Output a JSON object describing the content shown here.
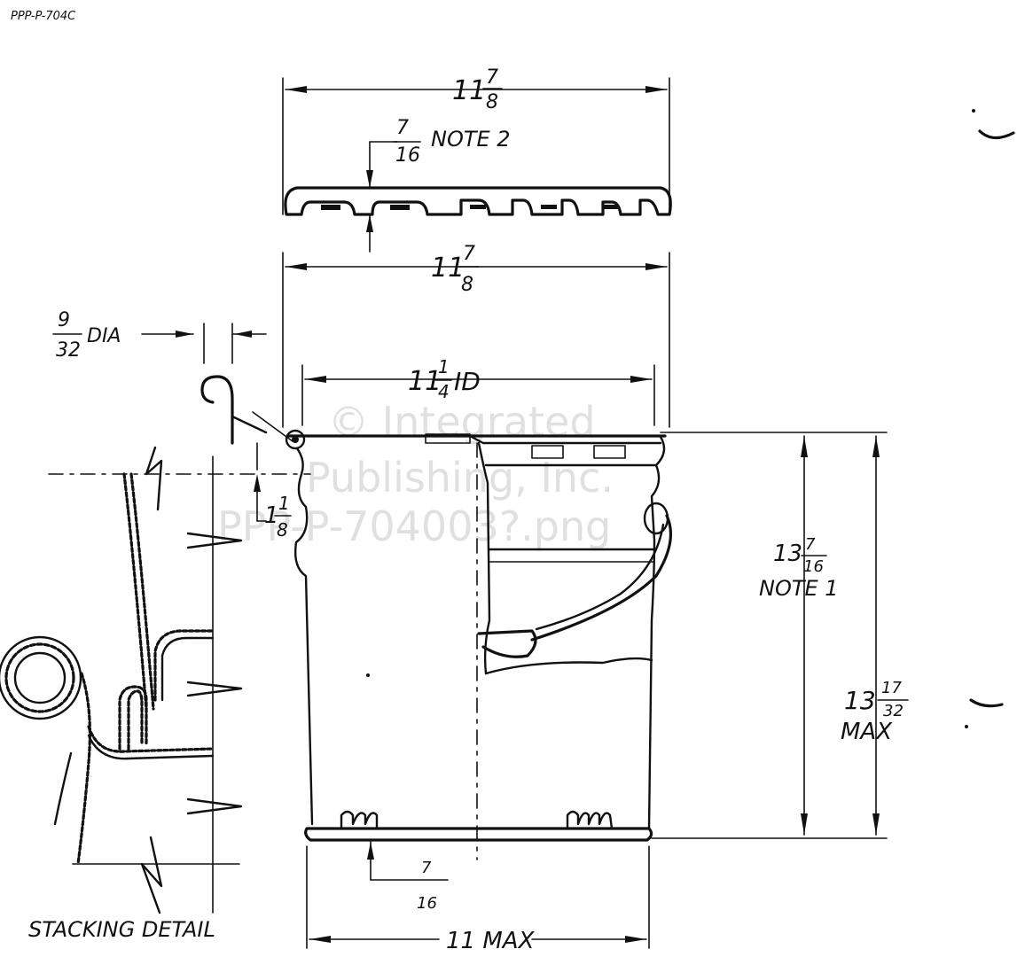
{
  "doc_id": "PPP-P-704C",
  "watermark": {
    "line1": "© Integrated",
    "line2": "Publishing, Inc.",
    "line3": "PPP-P-704003?.png"
  },
  "dimensions": {
    "lid_width": {
      "whole": "11",
      "num": "7",
      "den": "8"
    },
    "lid_note": {
      "num": "7",
      "den": "16",
      "text": "NOTE 2"
    },
    "top_width": {
      "whole": "11",
      "num": "7",
      "den": "8"
    },
    "wire_dia": {
      "num": "9",
      "den": "32",
      "text": "DIA"
    },
    "inner_dia": {
      "whole": "11",
      "num": "1",
      "den": "4",
      "text": "ID"
    },
    "bead_drop": {
      "whole": "1",
      "num": "1",
      "den": "8"
    },
    "height": {
      "whole": "13",
      "num": "7",
      "den": "16",
      "note": "NOTE 1"
    },
    "height_max": {
      "whole": "13",
      "num": "17",
      "den": "32",
      "text": "MAX"
    },
    "bottom_note": {
      "num": "7",
      "den": "16"
    },
    "bottom_width": {
      "text": "11 MAX"
    }
  },
  "stacking_label": "STACKING DETAIL"
}
